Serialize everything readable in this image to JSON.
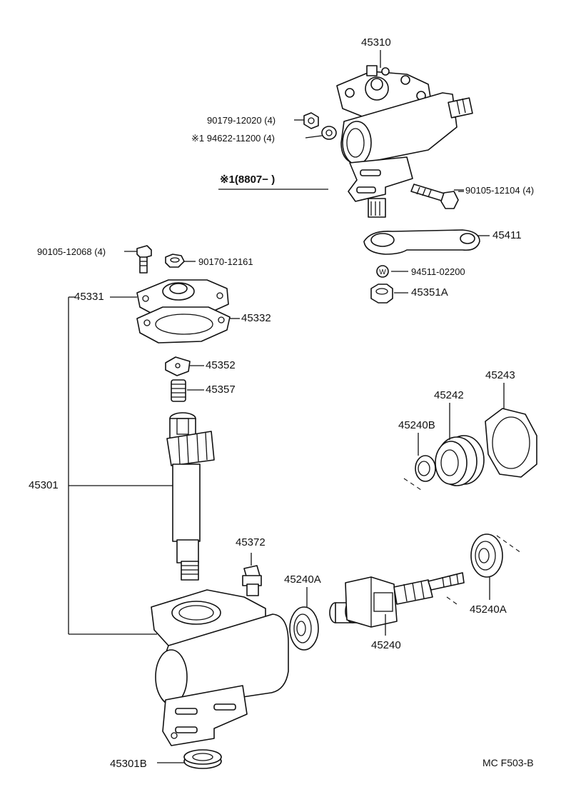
{
  "labels": {
    "p45310": "45310",
    "p90179": "90179-12020 (4)",
    "p94622": "※1 94622-11200 (4)",
    "note_8807": "※1(8807−      )",
    "p90105_12104": "90105-12104 (4)",
    "p45411": "45411",
    "p94511": "94511-02200",
    "p45351a": "45351A",
    "p90105_12068": "90105-12068 (4)",
    "p90170": "90170-12161",
    "p45331": "45331",
    "p45332": "45332",
    "p45352": "45352",
    "p45357": "45357",
    "p45301": "45301",
    "p45243": "45243",
    "p45242": "45242",
    "p45240b": "45240B",
    "p45372": "45372",
    "p45240a_left": "45240A",
    "p45240a_right": "45240A",
    "p45240": "45240",
    "p45301b": "45301B",
    "drawing_ref": "MC  F503-B",
    "washer_symbol": "W"
  },
  "colors": {
    "ink": "#111111",
    "paper": "#ffffff"
  }
}
